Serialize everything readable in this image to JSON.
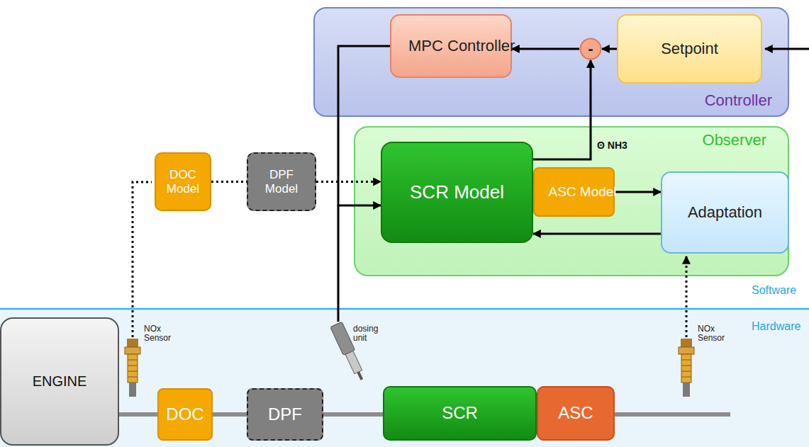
{
  "diagram": {
    "nodes": [
      {
        "text": [
          "Controller"
        ]
      },
      {
        "text": [
          "MPC Controller"
        ],
        "in": 0
      },
      {
        "text": [
          "-"
        ],
        "in": 0
      },
      {
        "text": [
          "Setpoint"
        ],
        "in": 0
      },
      {
        "text": [
          "DOC Model"
        ]
      },
      {
        "text": [
          "DPF Model"
        ]
      },
      {
        "text": [
          "Observer"
        ]
      },
      {
        "text": [
          "SCR Model"
        ],
        "in": 6
      },
      {
        "text": [
          "ASC Model"
        ],
        "in": 6
      },
      {
        "text": [
          "Adaptation"
        ],
        "in": 6
      },
      {
        "text": [
          "ENGINE"
        ]
      },
      {
        "text": [
          "DOC"
        ]
      },
      {
        "text": [
          "DPF"
        ]
      },
      {
        "text": [
          "SCR"
        ]
      },
      {
        "text": [
          "ASC"
        ]
      }
    ],
    "edges": [
      {
        "from": 3,
        "to": 2,
        "arrow": "to"
      },
      {
        "from": 2,
        "to": 1,
        "arrow": "to"
      },
      {
        "from": 7,
        "to": 2,
        "arrow": "to"
      },
      {
        "from": 1,
        "to": 7,
        "arrow": "to"
      },
      {
        "from": 4,
        "to": 5,
        "arrow": "none"
      },
      {
        "from": 5,
        "to": 7,
        "arrow": "to"
      },
      {
        "from": 8,
        "to": 9,
        "arrow": "to"
      },
      {
        "from": 9,
        "to": 7,
        "arrow": "to"
      },
      {
        "from": 10,
        "to": 11,
        "arrow": "none"
      },
      {
        "from": 11,
        "to": 12,
        "arrow": "none"
      },
      {
        "from": 12,
        "to": 13,
        "arrow": "none"
      },
      {
        "from": 13,
        "to": 14,
        "arrow": "none"
      }
    ],
    "labels": [
      "ʘ NH3",
      "Software",
      "Hardware",
      "NOx Sensor",
      "dosing unit",
      "NOx Sensor"
    ]
  }
}
